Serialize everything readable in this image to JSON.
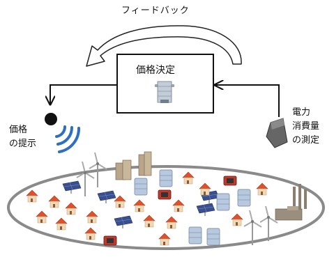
{
  "labels": {
    "feedback": "フィードバック",
    "price_decision": "価格決定",
    "price_presentation": [
      "価格",
      "の提示"
    ],
    "power_measurement": [
      "電力",
      "消費量",
      "の測定"
    ]
  },
  "colors": {
    "line": "#111111",
    "ellipse_border": "#8a8a8a",
    "roof": "#e0502a",
    "wall": "#f2d9b5",
    "building": "#b8c8de",
    "solar_panel": "#3a4f8f",
    "wave": "#2f6fc0",
    "sensor": "#555555",
    "factory": "#9a8f7e"
  },
  "icons": {
    "feedback_arrow": "curved-feedback-arrow",
    "control_center": "tower-building-icon",
    "broadcaster": "signal-emitter-icon",
    "meter": "power-meter-icon",
    "houses": "house-icon",
    "wind_turbines": "wind-turbine-icon",
    "solar": "solar-panel-icon",
    "generator": "generator-icon",
    "office": "office-building-icon",
    "factory": "factory-icon"
  }
}
